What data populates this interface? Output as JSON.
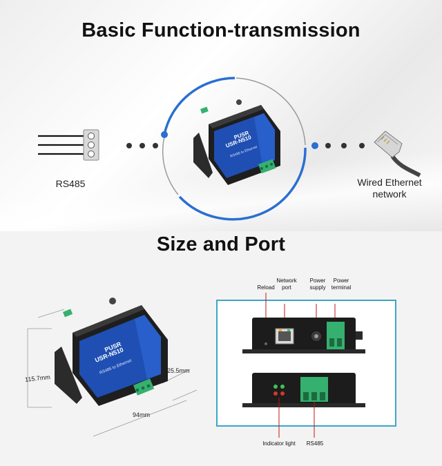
{
  "section1": {
    "title": "Basic Function-transmission",
    "left_label": "RS485",
    "right_label_line1": "Wired Ethernet",
    "right_label_line2": "network",
    "device_brand": "PUSR",
    "device_model": "USR-N510",
    "device_subtitle": "RS485 to Ethernet"
  },
  "section2": {
    "title": "Size and Port",
    "dim_height": "115.7mm",
    "dim_width": "94mm",
    "dim_depth": "25.5mm",
    "device_brand": "PUSR",
    "device_model": "USR-N510",
    "device_subtitle": "RS485 to Ethernet",
    "ports": {
      "reload": "Reload",
      "network_line1": "Network",
      "network_line2": "port",
      "supply_line1": "Power",
      "supply_line2": "supply",
      "terminal_line1": "Power",
      "terminal_line2": "terminal",
      "indicator": "Indicator light",
      "rs485": "RS485"
    }
  },
  "colors": {
    "accent_blue": "#2a6fd1",
    "device_blue": "#1f4fb3",
    "terminal_green": "#35b06f",
    "panel_border": "#3aa6c8"
  }
}
